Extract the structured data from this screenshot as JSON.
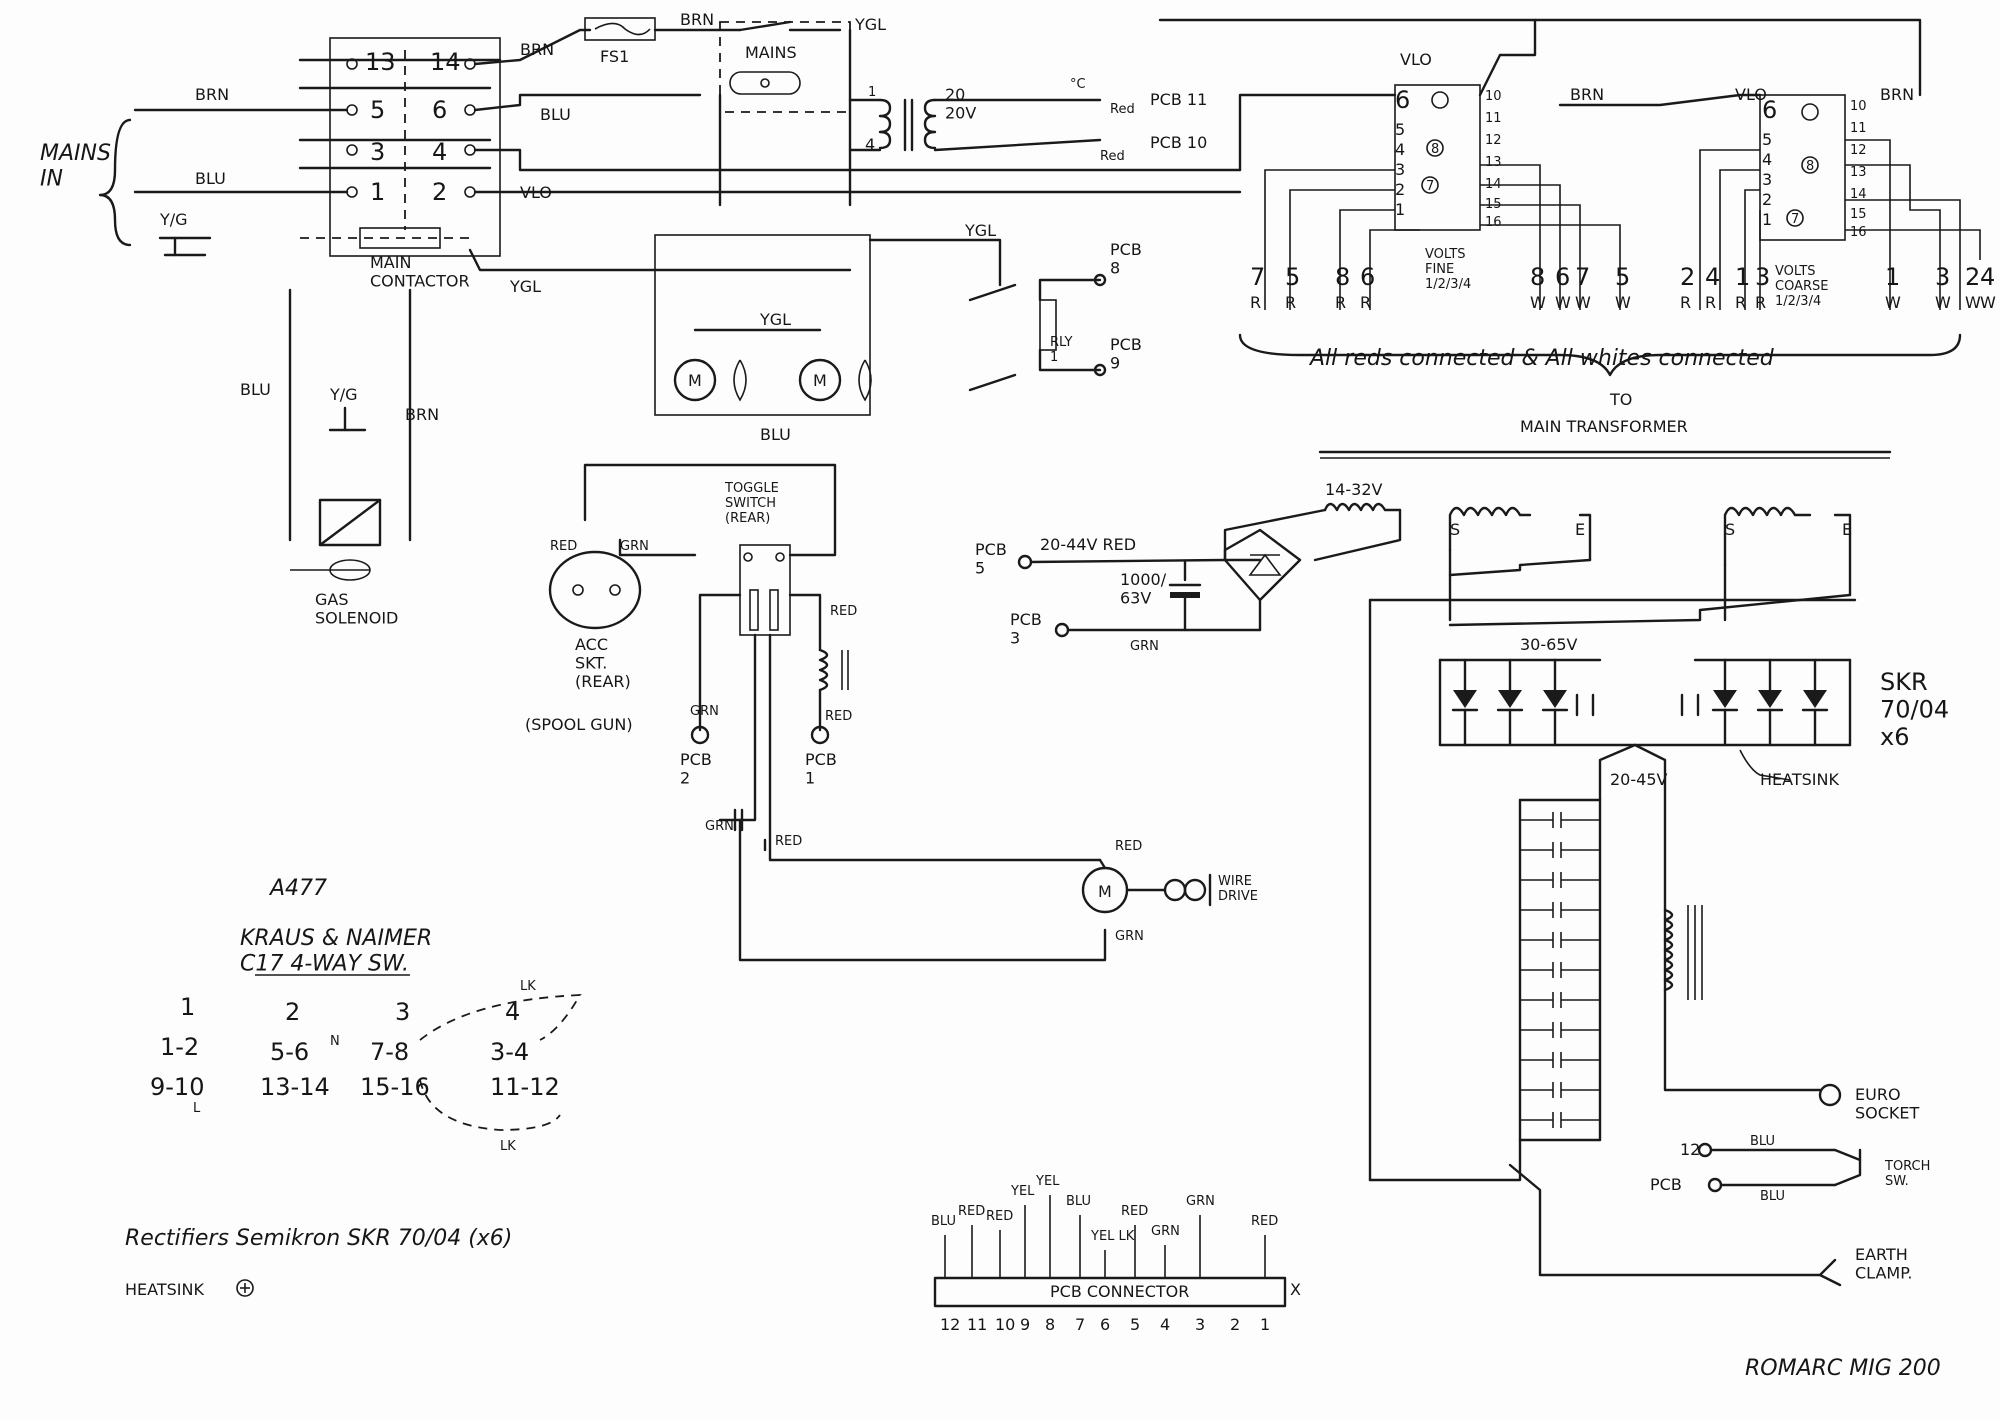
{
  "mains": {
    "mains_in": "MAINS\nIN",
    "terminals": [
      "13",
      "14",
      "5",
      "6",
      "3",
      "4",
      "1",
      "2"
    ],
    "wire_brn": "BRN",
    "wire_blu": "BLU",
    "wire_vlo": "VLO",
    "wire_yg": "YGL",
    "earth": "Y/G",
    "fuse": "FS1",
    "mains_switch": "MAINS",
    "contactor": "MAIN\nCONTACTOR",
    "gas": "GAS\nSOLENOID"
  },
  "aux_transformer": {
    "primary_pins": [
      "1",
      "4"
    ],
    "secondary": "20\n20V",
    "temp": "°C",
    "red": "Red",
    "pcb11": "PCB 11",
    "pcb10": "PCB 10"
  },
  "fans": {
    "label": "M"
  },
  "relay": {
    "label": "RLY\n1",
    "pcb8": "PCB\n8",
    "pcb9": "PCB\n9",
    "wire": "YGL"
  },
  "volts_fine": {
    "label": "VOLTS\nFINE\n1/2/3/4",
    "left_pins": [
      "6",
      "5",
      "4",
      "3",
      "2",
      "1"
    ],
    "right_pins": [
      "10",
      "11",
      "12",
      "13",
      "14",
      "15",
      "16"
    ],
    "circ": [
      "8",
      "7"
    ]
  },
  "volts_coarse": {
    "label": "VOLTS\nCOARSE\n1/2/3/4",
    "left_pins": [
      "6",
      "5",
      "4",
      "3",
      "2",
      "1"
    ],
    "right_pins": [
      "10",
      "11",
      "12",
      "13",
      "14",
      "15",
      "16"
    ],
    "circ": [
      "8",
      "7"
    ]
  },
  "tap_labels": [
    {
      "n": "7",
      "c": "R"
    },
    {
      "n": "5",
      "c": "R"
    },
    {
      "n": "8",
      "c": "R"
    },
    {
      "n": "6",
      "c": "R"
    },
    {
      "n": "8",
      "c": "W"
    },
    {
      "n": "6",
      "c": "W"
    },
    {
      "n": "7",
      "c": "W"
    },
    {
      "n": "5",
      "c": "W"
    },
    {
      "n": "2",
      "c": "R"
    },
    {
      "n": "4",
      "c": "R"
    },
    {
      "n": "1",
      "c": "R"
    },
    {
      "n": "3",
      "c": "R"
    },
    {
      "n": "1",
      "c": "W"
    },
    {
      "n": "3",
      "c": "W"
    },
    {
      "n": "2",
      "c": "W"
    },
    {
      "n": "4",
      "c": "W"
    }
  ],
  "note_reds": "All reds connected & All whites connected",
  "note_to": "TO",
  "note_main": "MAIN TRANSFORMER",
  "toggle": {
    "label": "TOGGLE\nSWITCH\n(REAR)",
    "red": "RED",
    "grn": "GRN",
    "acc": "ACC\nSKT.\n(REAR)",
    "spool": "(SPOOL GUN)",
    "pcb2": "PCB\n2",
    "pcb1": "PCB\n1"
  },
  "motor": {
    "red": "RED",
    "grn": "GRN",
    "wire_drive": "WIRE\nDRIVE",
    "m": "M"
  },
  "rectifier_in": {
    "v1": "14-32V",
    "pcb5": "PCB\n5",
    "v2": "20-44V RED",
    "cap": "1000/\n63V",
    "pcb3": "PCB\n3",
    "grn": "GRN"
  },
  "main_rect": {
    "v": "30-65V",
    "s": "S",
    "e": "E",
    "skr": "SKR\n70/04\nx6",
    "heatsink": "HEATSINK",
    "out": "20-45V"
  },
  "outputs": {
    "euro": "EURO\nSOCKET",
    "pcb12": "12",
    "pcb": "PCB",
    "blu": "BLU",
    "torch": "TORCH\nSW.",
    "earth": "EARTH\nCLAMP."
  },
  "kraus": {
    "id": "A477",
    "title": "KRAUS & NAIMER\nC17 4-WAY SW.",
    "cols": [
      "1",
      "2",
      "3",
      "4"
    ],
    "row1": [
      "1-2",
      "5-6",
      "7-8",
      "3-4"
    ],
    "row2": [
      "9-10",
      "13-14",
      "15-16",
      "11-12"
    ],
    "lk": "LK",
    "n": "N",
    "l": "L"
  },
  "rectifiers_note": "Rectifiers Semikron SKR 70/04 (x6)",
  "heatsink_note": "HEATSINK",
  "pcb_connector": {
    "label": "PCB CONNECTOR",
    "pins": [
      "12",
      "11",
      "10",
      "9",
      "8",
      "7",
      "6",
      "5",
      "4",
      "3",
      "2",
      "1"
    ],
    "wires": [
      "BLU",
      "RED",
      "RED",
      "YEL",
      "YEL",
      "BLU",
      "YEL LK",
      "RED",
      "GRN",
      "GRN",
      "RED"
    ],
    "x": "X"
  },
  "signature": "ROMARC MIG 200"
}
